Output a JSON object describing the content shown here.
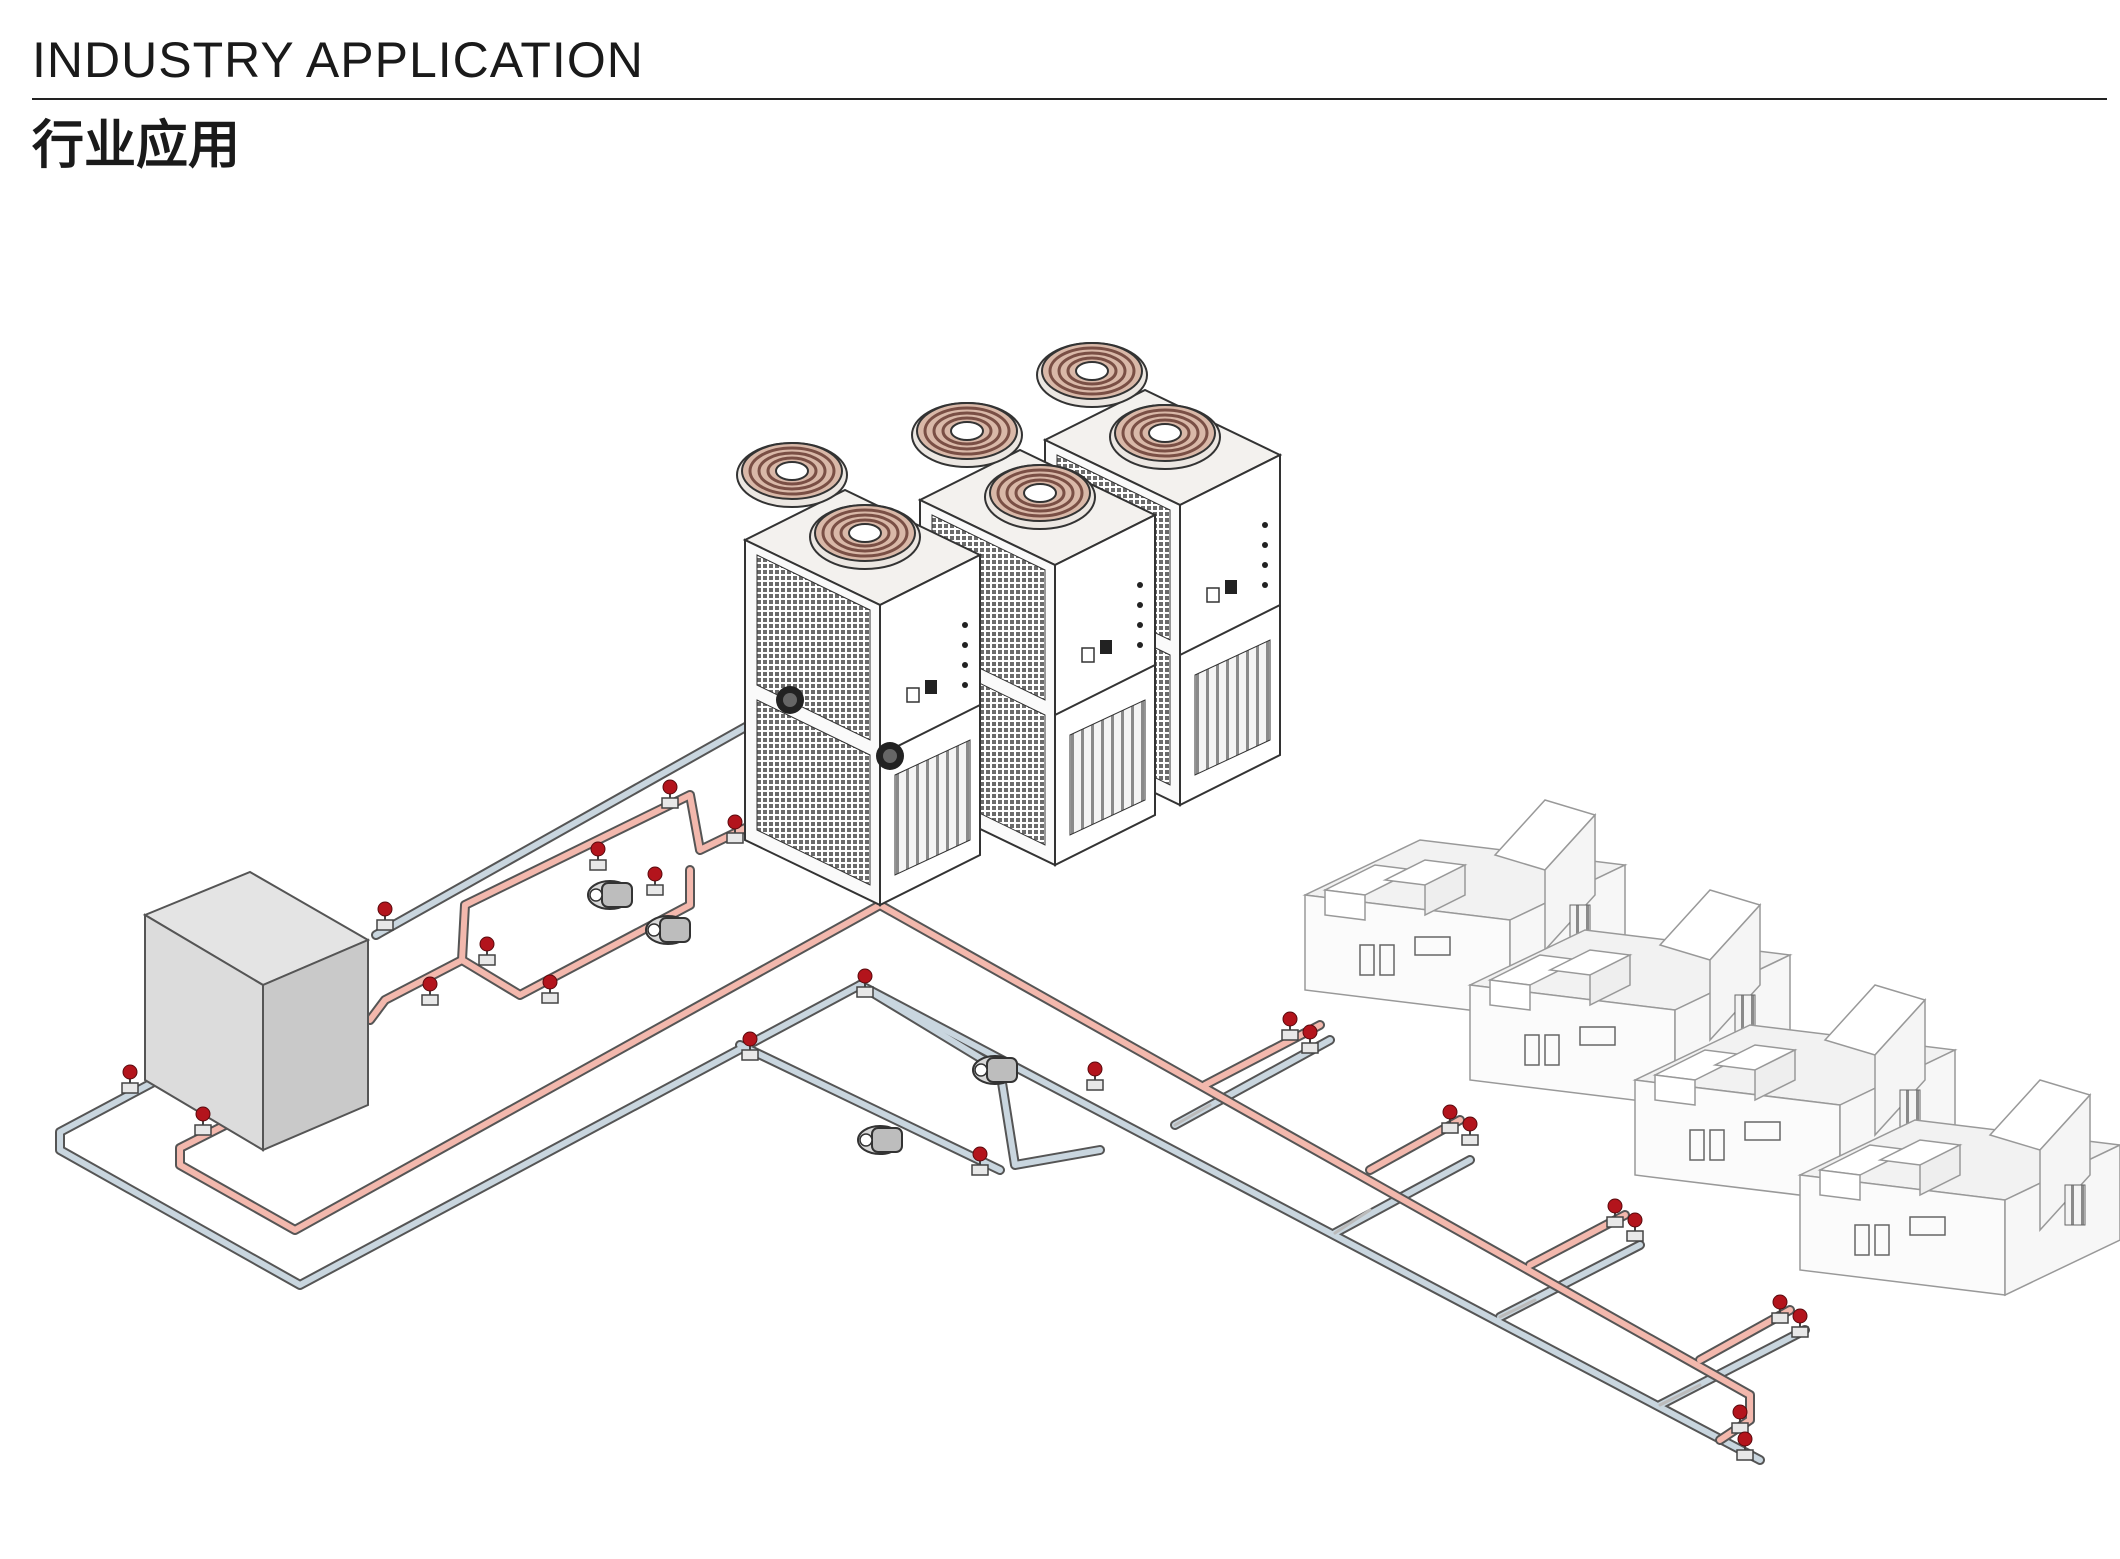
{
  "header": {
    "title_en": "INDUSTRY APPLICATION",
    "title_zh": "行业应用"
  },
  "colors": {
    "supply_pipe": "#f3b8ad",
    "return_pipe": "#c9d6df",
    "valve": "#b3141c",
    "unit_face": "#f7f7f7",
    "outline": "#333333"
  },
  "diagram": {
    "chiller_units": 3,
    "fans_per_unit": 2,
    "machines": 4,
    "components": [
      "water-tank",
      "pumps",
      "valves",
      "supply-pipe",
      "return-pipe"
    ]
  }
}
